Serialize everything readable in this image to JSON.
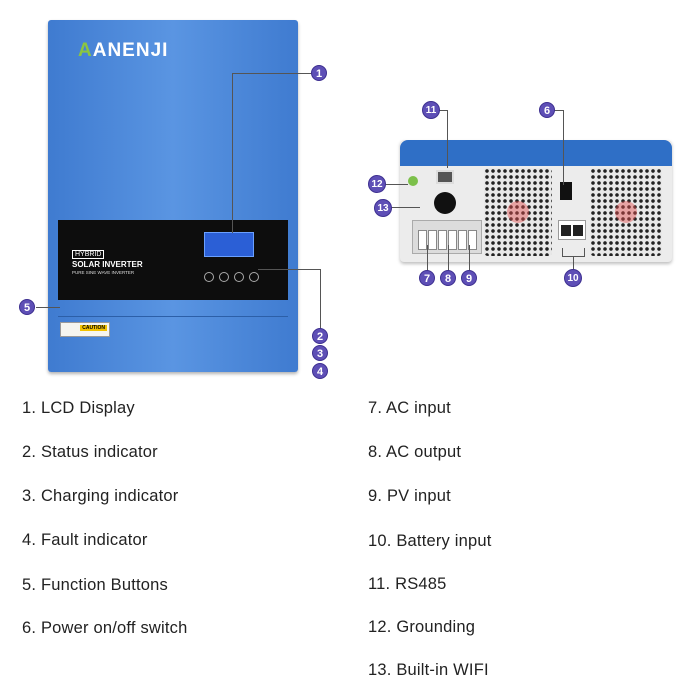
{
  "front_panel": {
    "brand": "ANENJI",
    "hybrid_label": "HYBRID",
    "product_name": "SOLAR INVERTER",
    "subtitle": "PURE SINE WAVE INVERTER",
    "caution_label": "CAUTION"
  },
  "callouts": [
    "1",
    "2",
    "3",
    "4",
    "5",
    "6",
    "7",
    "8",
    "9",
    "10",
    "11",
    "12",
    "13"
  ],
  "legend_left": [
    "1. LCD Display",
    "2. Status indicator",
    "3. Charging indicator",
    "4. Fault indicator",
    "5. Function Buttons",
    "6. Power on/off switch"
  ],
  "legend_right": [
    "7. AC input",
    "8. AC output",
    "9. PV input",
    "10. Battery input",
    "11. RS485",
    "12. Grounding",
    "13. Built-in WIFI"
  ],
  "colors": {
    "callout": "#5e4fb6",
    "body_blue": "#4a87d8",
    "rear_top": "#2f6fc6"
  }
}
